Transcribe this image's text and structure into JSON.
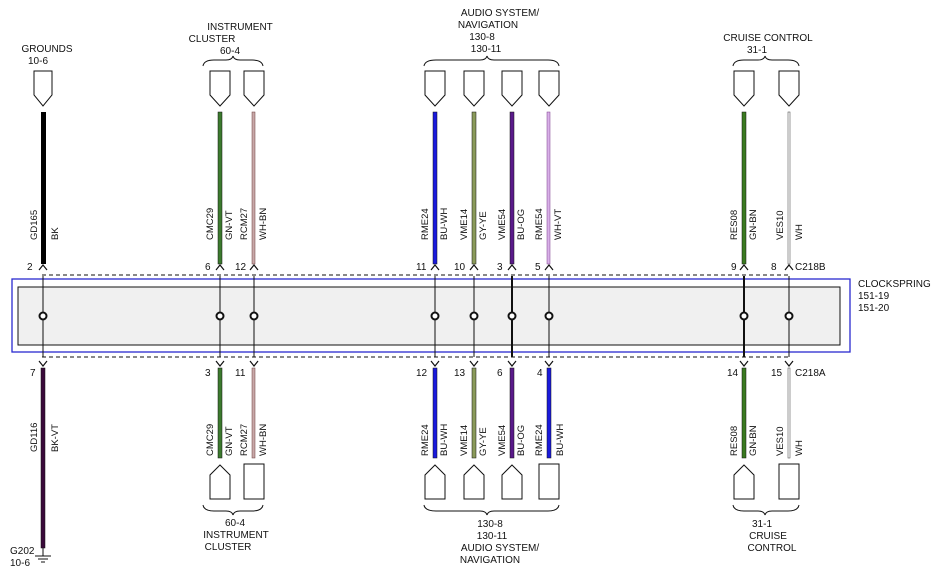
{
  "colors": {
    "BK": "#000000",
    "BK-VT": "#3a0a3a",
    "GN-VT": "#3c7a2e",
    "WH-BN": "#c8a8a8",
    "BU-WH": "#1a1adc",
    "GY-YE": "#8a9a5a",
    "BU-OG": "#5a1a8a",
    "WH-VT": "#d8b0e8",
    "GN-BN": "#3a7a20",
    "WH": "#888888",
    "clockspring_border": "#2a2ad0",
    "clockspring_fill": "#f0f0f0"
  },
  "clockspring": {
    "title": "CLOCKSPRING",
    "refs": [
      "151-19",
      "151-20"
    ]
  },
  "connectors": {
    "top": "C218B",
    "bottom": "C218A"
  },
  "top_groups": [
    {
      "id": "grounds",
      "lines": [
        "GROUNDS",
        "10-6"
      ]
    },
    {
      "id": "instrument-cluster",
      "lines": [
        "INSTRUMENT",
        "CLUSTER",
        "60-4"
      ]
    },
    {
      "id": "audio-navigation",
      "lines": [
        "AUDIO SYSTEM/",
        "NAVIGATION",
        "130-8",
        "130-11"
      ]
    },
    {
      "id": "cruise-control",
      "lines": [
        "CRUISE CONTROL",
        "31-1"
      ]
    }
  ],
  "bottom_groups": [
    {
      "id": "ground-g202",
      "lines": [
        "G202",
        "10-6"
      ]
    },
    {
      "id": "instrument-cluster",
      "lines": [
        "60-4",
        "INSTRUMENT",
        "CLUSTER"
      ]
    },
    {
      "id": "audio-navigation",
      "lines": [
        "130-8",
        "130-11",
        "AUDIO SYSTEM/",
        "NAVIGATION"
      ]
    },
    {
      "id": "cruise-control",
      "lines": [
        "31-1",
        "CRUISE",
        "CONTROL"
      ]
    }
  ],
  "top_wires": [
    {
      "circuit": "GD165",
      "color": "BK",
      "pin": "2"
    },
    {
      "circuit": "CMC29",
      "color": "GN-VT",
      "pin": "6"
    },
    {
      "circuit": "RCM27",
      "color": "WH-BN",
      "pin": "12"
    },
    {
      "circuit": "RME24",
      "color": "BU-WH",
      "pin": "11"
    },
    {
      "circuit": "VME14",
      "color": "GY-YE",
      "pin": "10"
    },
    {
      "circuit": "VME54",
      "color": "BU-OG",
      "pin": "3"
    },
    {
      "circuit": "RME54",
      "color": "WH-VT",
      "pin": "5"
    },
    {
      "circuit": "RES08",
      "color": "GN-BN",
      "pin": "9"
    },
    {
      "circuit": "VES10",
      "color": "WH",
      "pin": "8"
    }
  ],
  "bottom_wires": [
    {
      "circuit": "GD116",
      "color": "BK-VT",
      "pin": "7"
    },
    {
      "circuit": "CMC29",
      "color": "GN-VT",
      "pin": "3"
    },
    {
      "circuit": "RCM27",
      "color": "WH-BN",
      "pin": "11"
    },
    {
      "circuit": "RME24",
      "color": "BU-WH",
      "pin": "12"
    },
    {
      "circuit": "VME14",
      "color": "GY-YE",
      "pin": "13"
    },
    {
      "circuit": "VME54",
      "color": "BU-OG",
      "pin": "6"
    },
    {
      "circuit": "RME24",
      "color": "BU-WH",
      "pin": "4"
    },
    {
      "circuit": "RES08",
      "color": "GN-BN",
      "pin": "14"
    },
    {
      "circuit": "VES10",
      "color": "WH",
      "pin": "15"
    }
  ]
}
